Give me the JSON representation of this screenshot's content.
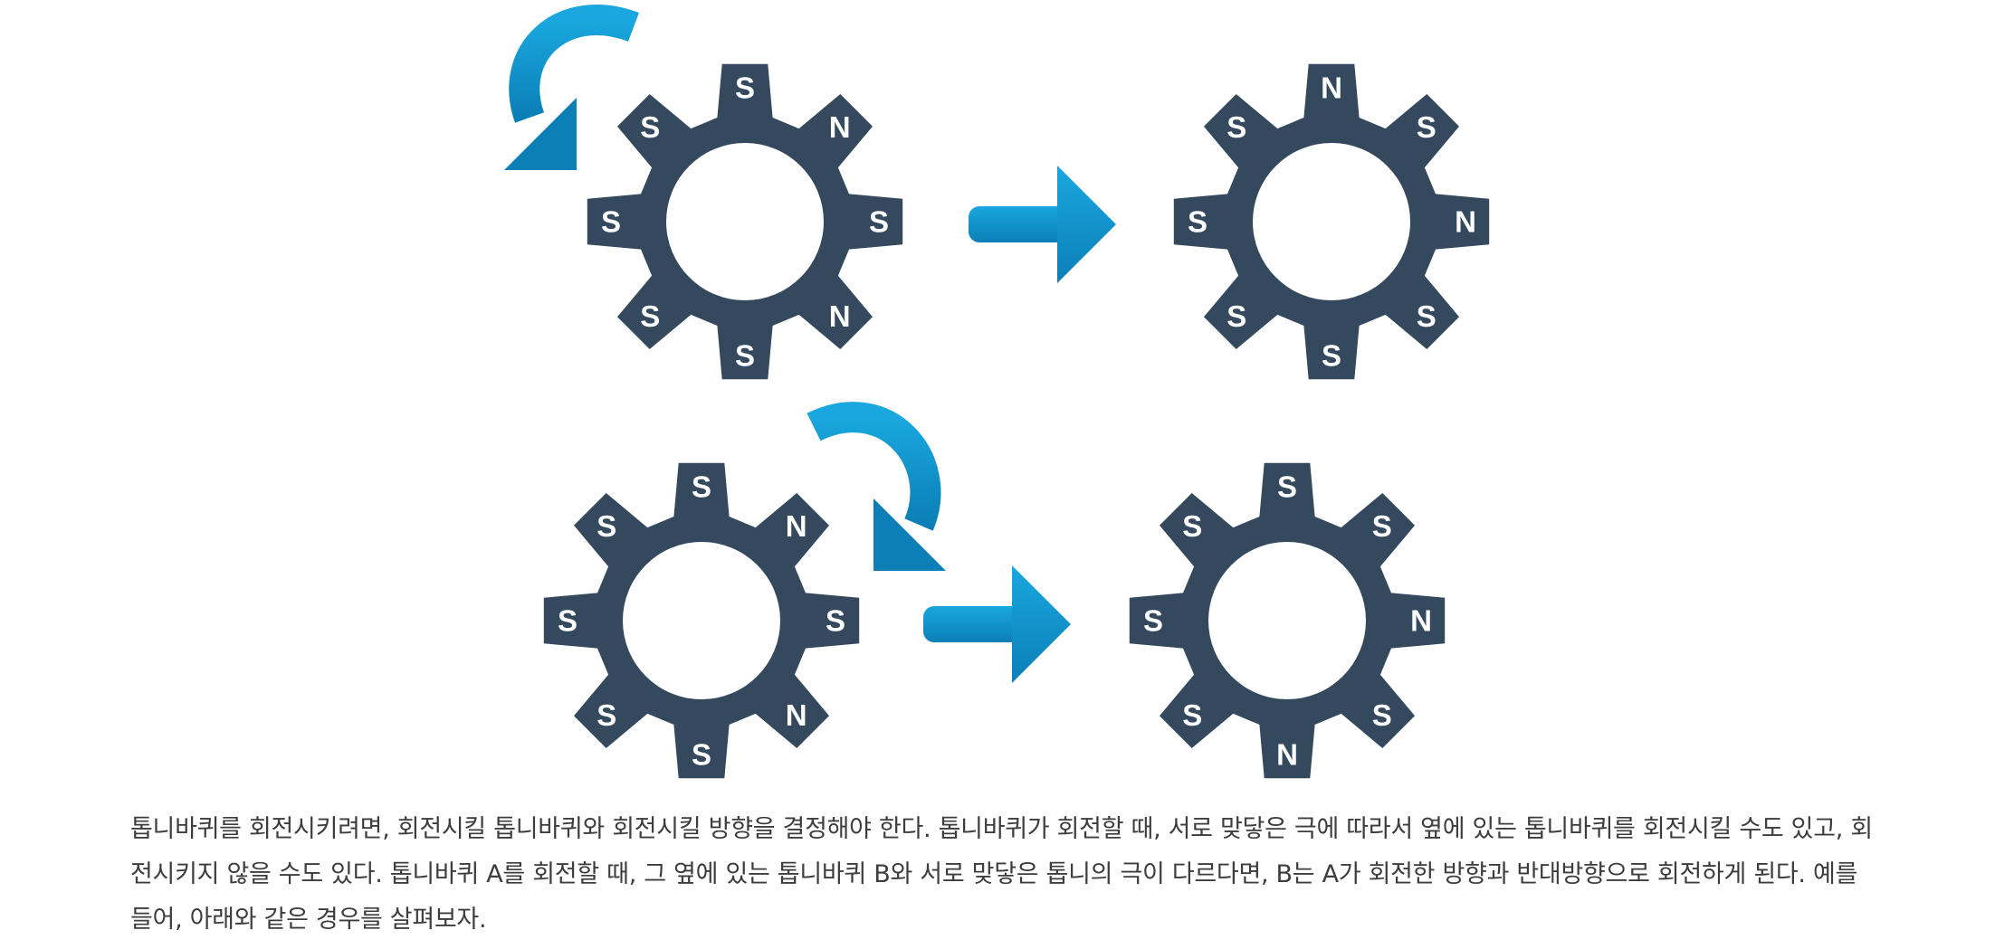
{
  "colors": {
    "gear": "#34495e",
    "arrow_light": "#1aa7df",
    "arrow_dark": "#0b7fb6",
    "label": "#ffffff",
    "text": "#3d3d3d"
  },
  "rows": [
    {
      "before": {
        "name": "gear-top-left",
        "labels": [
          "S",
          "N",
          "S",
          "N",
          "S",
          "S",
          "S",
          "S"
        ]
      },
      "rotation": "counterclockwise",
      "after": {
        "name": "gear-top-right",
        "labels": [
          "N",
          "S",
          "N",
          "S",
          "S",
          "S",
          "S",
          "S"
        ]
      }
    },
    {
      "before": {
        "name": "gear-bottom-left",
        "labels": [
          "S",
          "N",
          "S",
          "N",
          "S",
          "S",
          "S",
          "S"
        ]
      },
      "rotation": "clockwise",
      "after": {
        "name": "gear-bottom-right",
        "labels": [
          "S",
          "S",
          "N",
          "S",
          "N",
          "S",
          "S",
          "S"
        ]
      }
    }
  ],
  "description": "톱니바퀴를 회전시키려면, 회전시킬 톱니바퀴와 회전시킬 방향을 결정해야 한다. 톱니바퀴가 회전할 때, 서로 맞닿은 극에 따라서 옆에 있는 톱니바퀴를 회전시킬 수도 있고, 회전시키지 않을 수도 있다. 톱니바퀴 A를 회전할 때, 그 옆에 있는 톱니바퀴 B와 서로 맞닿은 톱니의 극이 다르다면, B는 A가 회전한 방향과 반대방향으로 회전하게 된다. 예를 들어, 아래와 같은 경우를 살펴보자."
}
